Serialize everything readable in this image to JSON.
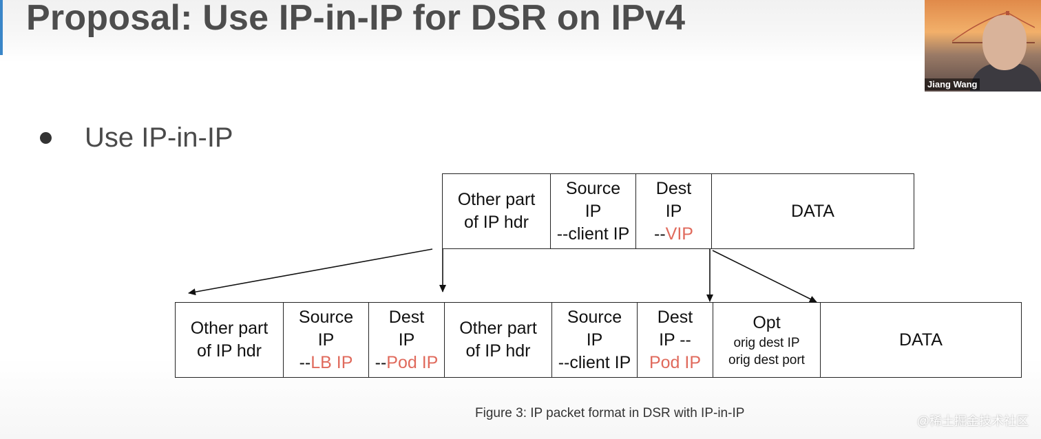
{
  "slide": {
    "title": "Proposal: Use IP-in-IP for DSR on IPv4",
    "bullet": "Use IP-in-IP"
  },
  "original_packet": {
    "cells": [
      {
        "lines": [
          "Other part",
          "of IP hdr"
        ]
      },
      {
        "lines": [
          "Source",
          "IP",
          "--client IP"
        ]
      },
      {
        "lines": [
          "Dest",
          "IP",
          "--",
          "VIP"
        ]
      },
      {
        "lines": [
          "DATA"
        ]
      }
    ]
  },
  "encapsulated_packet": {
    "cells": [
      {
        "lines": [
          "Other part",
          "of IP hdr"
        ]
      },
      {
        "lines": [
          "Source",
          "IP",
          "--",
          "LB IP"
        ]
      },
      {
        "lines": [
          "Dest",
          "IP",
          "--",
          "Pod IP"
        ]
      },
      {
        "lines": [
          "Other part",
          "of IP hdr"
        ]
      },
      {
        "lines": [
          "Source",
          "IP",
          "--client IP"
        ]
      },
      {
        "lines": [
          "Dest",
          "IP --",
          "Pod IP"
        ]
      },
      {
        "lines": [
          "Opt",
          "orig dest IP",
          "orig dest port"
        ]
      },
      {
        "lines": [
          "DATA"
        ]
      }
    ]
  },
  "caption": "Figure 3: IP packet format in DSR with IP-in-IP",
  "video": {
    "participant_name": "Jiang Wang"
  },
  "watermark": "@稀土掘金技术社区",
  "colors": {
    "highlight": "#e06a5c",
    "title": "#4d4d4d"
  }
}
